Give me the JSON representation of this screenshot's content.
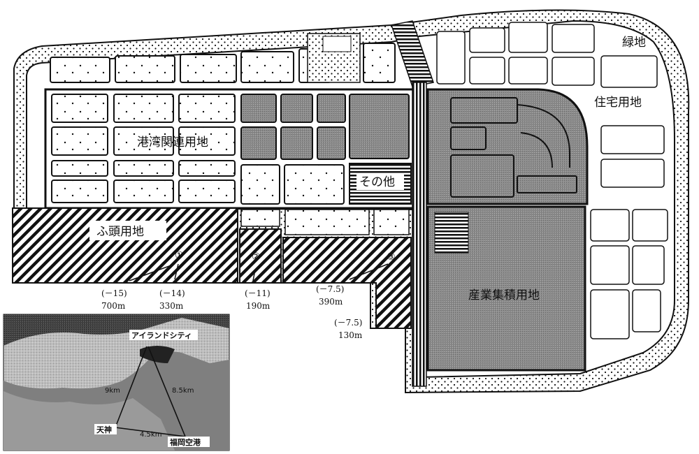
{
  "zones": {
    "greenbelt": "緑地",
    "residential": "住宅用地",
    "port_related": "港湾関連用地",
    "other": "その他",
    "wharf": "ふ頭用地",
    "industrial": "産業集積用地"
  },
  "berths": [
    {
      "id": "①",
      "depth": "(－15)",
      "length": "700m"
    },
    {
      "id": "",
      "depth": "(－14)",
      "length": "330m"
    },
    {
      "id": "②",
      "depth": "(－11)",
      "length": "190m"
    },
    {
      "id": "③",
      "depth": "(－7.5)",
      "length": "390m"
    },
    {
      "id": "",
      "depth": "(－7.5)",
      "length": "130m"
    }
  ],
  "inset": {
    "island_city": "アイランドシティ",
    "tenjin": "天神",
    "airport": "福岡空港",
    "dist_tenjin_island": "9km",
    "dist_island_airport": "8.5km",
    "dist_tenjin_airport": "4.5km"
  }
}
